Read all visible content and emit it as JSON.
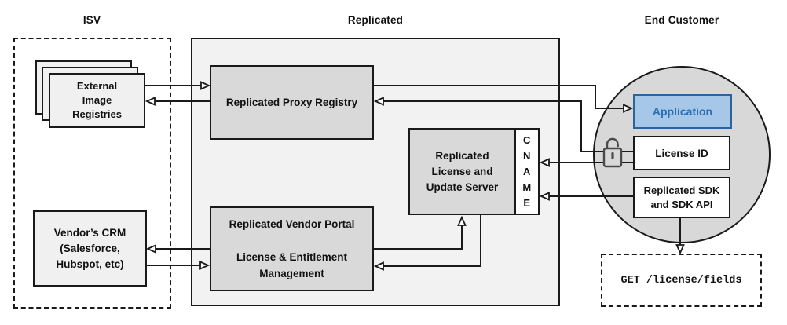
{
  "sections": {
    "isv": {
      "label": "ISV"
    },
    "replicated": {
      "label": "Replicated"
    },
    "end_customer": {
      "label": "End Customer"
    }
  },
  "nodes": {
    "external_registries": {
      "label": "External\nImage\nRegistries"
    },
    "vendors_crm": {
      "label": "Vendor’s CRM\n(Salesforce,\nHubspot, etc)"
    },
    "proxy_registry": {
      "label": "Replicated Proxy Registry"
    },
    "license_update_server": {
      "label": "Replicated\nLicense and\nUpdate Server"
    },
    "cname": {
      "label": "C\nN\nA\nM\nE"
    },
    "vendor_portal": {
      "label": "Replicated Vendor Portal\n\nLicense & Entitlement\nManagement"
    },
    "application": {
      "label": "Application"
    },
    "license_id": {
      "label": "License ID"
    },
    "replicated_sdk": {
      "label": "Replicated SDK\nand SDK API"
    },
    "get_endpoint": {
      "label": "GET /license/fields"
    }
  },
  "icons": {
    "lock": "open-padlock-icon"
  },
  "colors": {
    "line": "#1a1a1a",
    "container_fill": "#f2f2f2",
    "node_fill": "#d9d9d9",
    "light_fill": "#f0f0f0",
    "circle_fill": "#d8d8d8",
    "application_fill": "#a7c7e8",
    "application_border": "#2a649f",
    "application_text": "#2a6fb5",
    "lock_stroke": "#4a4a4a"
  }
}
